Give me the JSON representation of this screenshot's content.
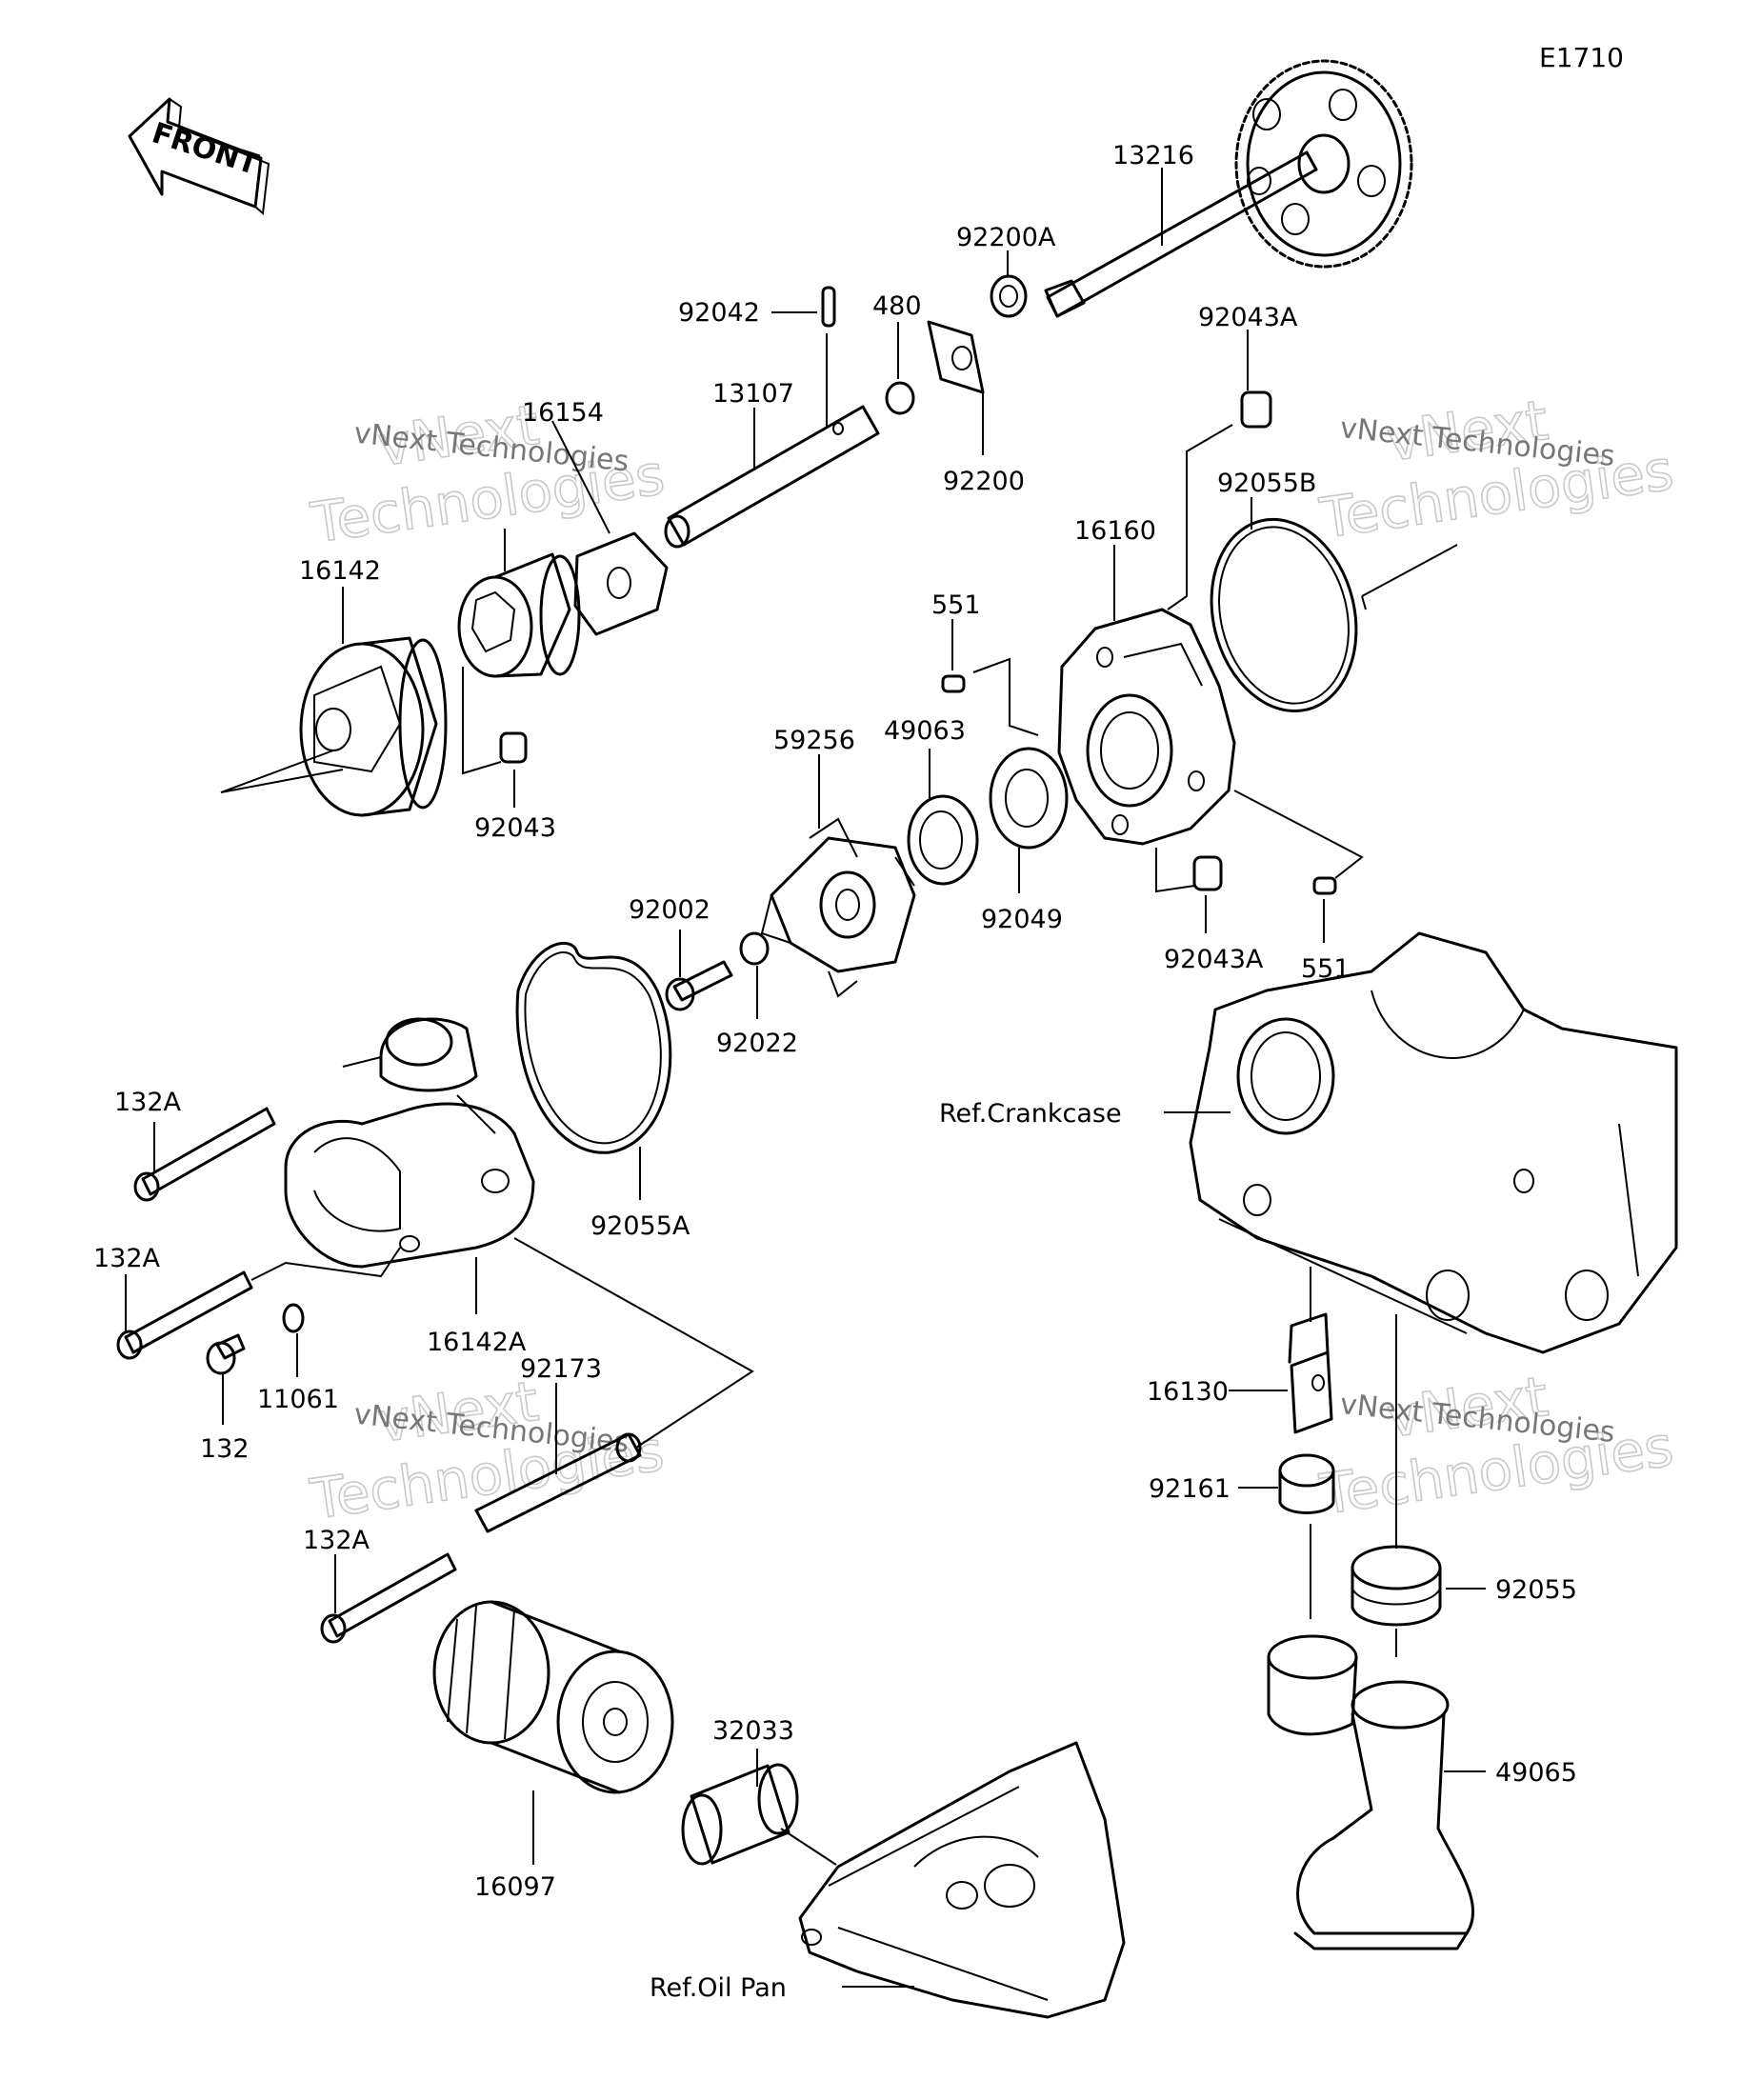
{
  "diagram_code": "E1710",
  "front_label": "FRONT",
  "watermarks": [
    {
      "id": "wm1",
      "line1": "vNext Technologies",
      "big1": "vNext",
      "big2": "Technologies"
    },
    {
      "id": "wm2",
      "line1": "vNext Technologies",
      "big1": "vNext",
      "big2": "Technologies"
    },
    {
      "id": "wm3",
      "line1": "vNext Technologies",
      "big1": "vNext",
      "big2": "Technologies"
    },
    {
      "id": "wm4",
      "line1": "vNext Technologies",
      "big1": "vNext",
      "big2": "Technologies"
    }
  ],
  "parts": {
    "p13216": "13216",
    "p92200A": "92200A",
    "p480": "480",
    "p92042": "92042",
    "p13107": "13107",
    "p92200": "92200",
    "p92043A_top": "92043A",
    "p16154": "16154",
    "p16142": "16142",
    "p92043": "92043",
    "p92055B": "92055B",
    "p16160": "16160",
    "p551_top": "551",
    "p49063": "49063",
    "p59256": "59256",
    "p92049": "92049",
    "p92043A_bottom": "92043A",
    "p551_bottom": "551",
    "p92002": "92002",
    "p92022": "92022",
    "p132A_1": "132A",
    "p132A_2": "132A",
    "p132A_3": "132A",
    "p132": "132",
    "p11061": "11061",
    "p16142A": "16142A",
    "p92055A": "92055A",
    "p92173": "92173",
    "ref_crankcase": "Ref.Crankcase",
    "p16130": "16130",
    "p92161": "92161",
    "p92055": "92055",
    "p49065": "49065",
    "p16097": "16097",
    "p32033": "32033",
    "ref_oil_pan": "Ref.Oil Pan"
  }
}
